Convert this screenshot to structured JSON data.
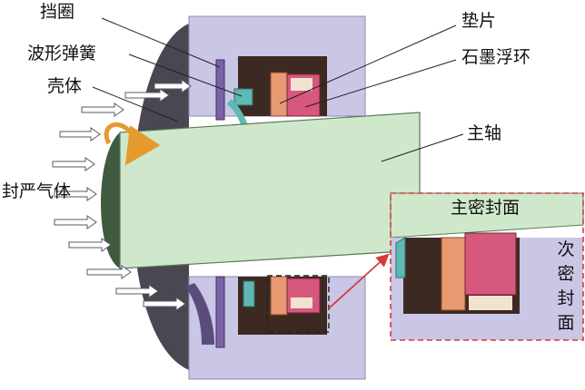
{
  "labels": {
    "retaining_ring": "挡圈",
    "wave_spring": "波形弹簧",
    "housing": "壳体",
    "sealing_gas": "封严气体",
    "gasket": "垫片",
    "graphite_floating_ring": "石墨浮环",
    "shaft": "主轴",
    "primary_seal_face": "主密封面",
    "secondary_seal_face": "次密封面"
  },
  "colors": {
    "housing_fill": "#c9c6e6",
    "housing_dark": "#4a4652",
    "shaft_fill": "#cfe8cc",
    "graphite_ring": "#d6587c",
    "gasket": "#e79a72",
    "spring": "#5fb8b2",
    "retaining_ring": "#7b62a6",
    "callout_border": "#d83a3a",
    "detail_marker": "#222222",
    "gas_arrow": "#ffffff"
  }
}
